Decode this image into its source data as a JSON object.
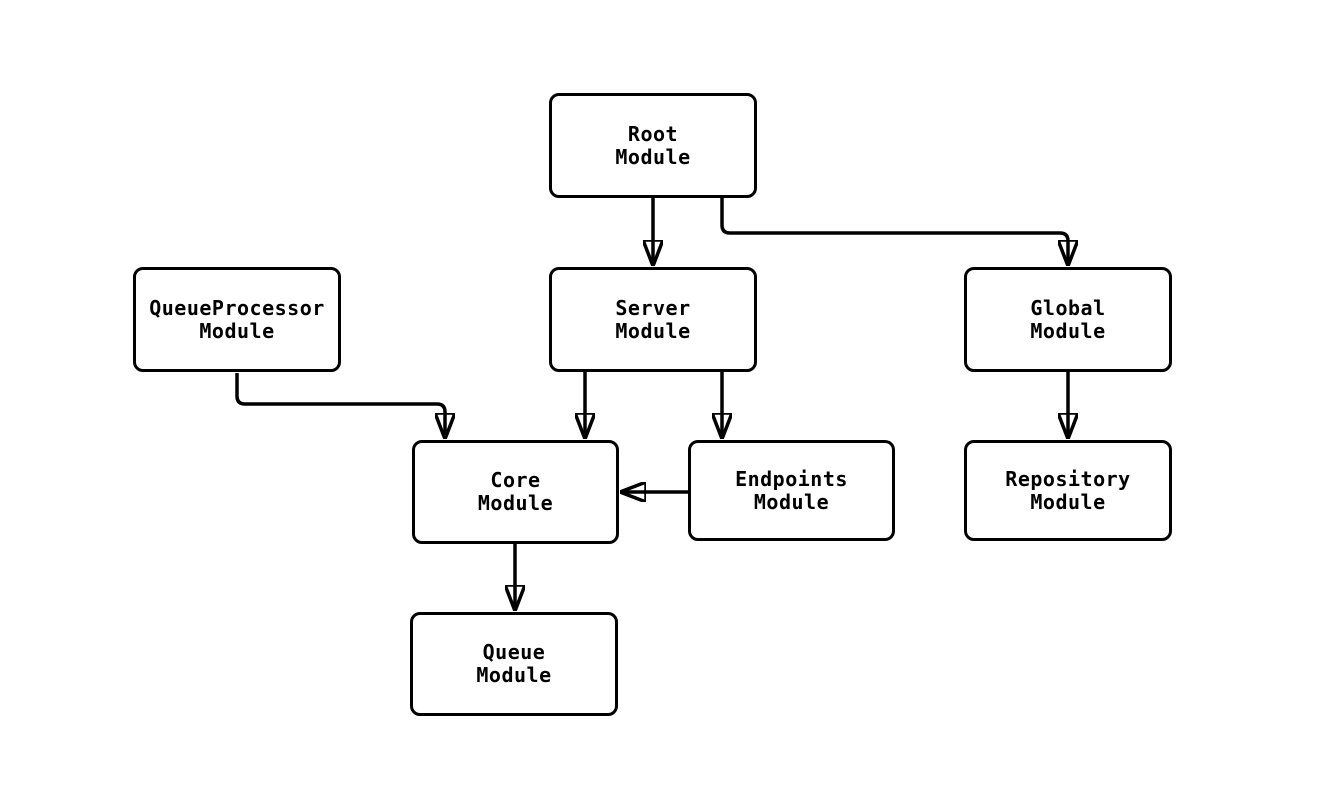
{
  "diagram": {
    "type": "flowchart",
    "colors": {
      "node_border": "#000000",
      "node_fill": "#ffffff",
      "edge": "#000000",
      "text": "#000000",
      "background": "#ffffff"
    },
    "nodes": [
      {
        "id": "root",
        "lines": [
          "Root",
          "Module"
        ]
      },
      {
        "id": "server",
        "lines": [
          "Server",
          "Module"
        ]
      },
      {
        "id": "global",
        "lines": [
          "Global",
          "Module"
        ]
      },
      {
        "id": "queueprocessor",
        "lines": [
          "QueueProcessor",
          "Module"
        ]
      },
      {
        "id": "core",
        "lines": [
          "Core",
          "Module"
        ]
      },
      {
        "id": "endpoints",
        "lines": [
          "Endpoints",
          "Module"
        ]
      },
      {
        "id": "repository",
        "lines": [
          "Repository",
          "Module"
        ]
      },
      {
        "id": "queue",
        "lines": [
          "Queue",
          "Module"
        ]
      }
    ],
    "edges": [
      {
        "from": "root",
        "to": "server"
      },
      {
        "from": "root",
        "to": "global"
      },
      {
        "from": "queueprocessor",
        "to": "core"
      },
      {
        "from": "server",
        "to": "core"
      },
      {
        "from": "server",
        "to": "endpoints"
      },
      {
        "from": "endpoints",
        "to": "core"
      },
      {
        "from": "global",
        "to": "repository"
      },
      {
        "from": "core",
        "to": "queue"
      }
    ]
  }
}
